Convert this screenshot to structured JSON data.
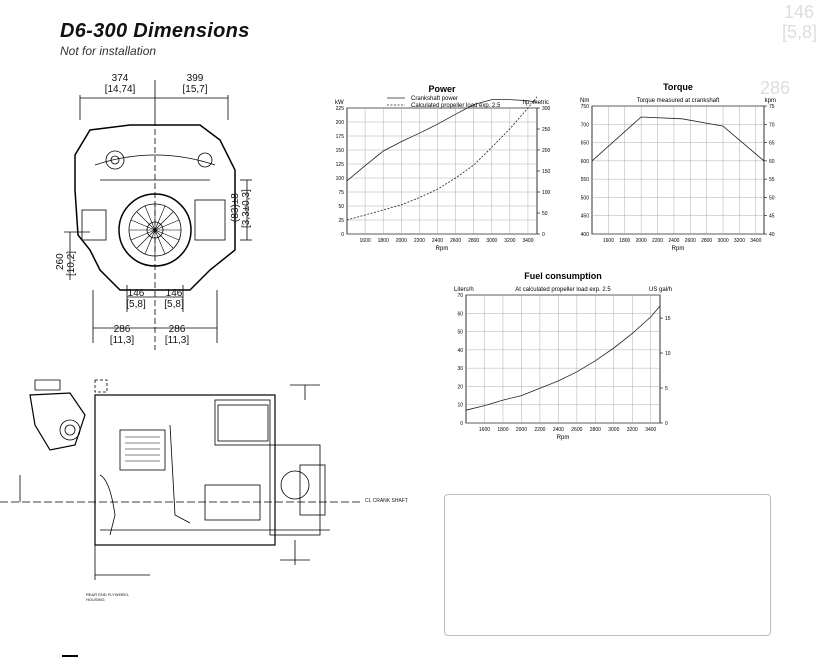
{
  "header": {
    "title": "D6-300 Dimensions",
    "subtitle": "Not for installation"
  },
  "ghost_text": {
    "top_right_1": "146",
    "top_right_2": "[5,8]",
    "mid_right": "286"
  },
  "front_view": {
    "dim_top_left": "374",
    "dim_top_left_in": "[14,74]",
    "dim_top_right": "399",
    "dim_top_right_in": "[15,7]",
    "dim_height": "260",
    "dim_height_in": "[10,2]",
    "dim_crank": "(83)±8",
    "dim_crank_in": "[3,3±0,3]",
    "dim_inner_left": "146",
    "dim_inner_left_in": "[5,8]",
    "dim_inner_right": "146",
    "dim_inner_right_in": "[5,8]",
    "dim_outer_left": "286",
    "dim_outer_left_in": "[11,3]",
    "dim_outer_right": "286",
    "dim_outer_right_in": "[11,3]"
  },
  "side_view": {
    "crank_label": "CL CRANK SHAFT",
    "rear_label_1": "REAR END FLYWHEEL",
    "rear_label_2": "HOUSING"
  },
  "chart_data": [
    {
      "type": "line",
      "title": "Power",
      "series": [
        {
          "name": "Crankshaft power",
          "x": [
            1400,
            1600,
            1800,
            2000,
            2200,
            2400,
            2600,
            2800,
            3000,
            3200,
            3400,
            3500
          ],
          "y": [
            95,
            122,
            148,
            165,
            180,
            196,
            214,
            231,
            240,
            240,
            238,
            235
          ]
        },
        {
          "name": "Calculated propeller load exp. 2.5",
          "x": [
            1400,
            1600,
            1800,
            2000,
            2200,
            2400,
            2600,
            2800,
            3000,
            3200,
            3400,
            3500
          ],
          "y": [
            25,
            34,
            43,
            52,
            65,
            80,
            100,
            123,
            155,
            188,
            225,
            245
          ]
        }
      ],
      "ylabel_left": "kW",
      "ylabel_right": "hp. metric",
      "xlabel": "Rpm",
      "x_ticks": [
        "1600",
        "1800",
        "2000",
        "2200",
        "2400",
        "2600",
        "2800",
        "3000",
        "3200",
        "3400"
      ],
      "y_ticks_left": [
        "0",
        "25",
        "50",
        "75",
        "100",
        "125",
        "150",
        "175",
        "200",
        "225"
      ],
      "y_ticks_right": [
        "0",
        "50",
        "100",
        "150",
        "200",
        "250",
        "300"
      ],
      "xlim": [
        1400,
        3500
      ],
      "ylim": [
        0,
        225
      ]
    },
    {
      "type": "line",
      "title": "Torque",
      "subtitle": "Torque measured at crankshaft",
      "series": [
        {
          "name": "Torque measured at crankshaft",
          "x": [
            1400,
            2000,
            2500,
            3000,
            3500
          ],
          "y": [
            600,
            720,
            715,
            695,
            600
          ]
        }
      ],
      "ylabel_left": "Nm",
      "ylabel_right": "kpm",
      "xlabel": "Rpm",
      "x_ticks": [
        "1600",
        "1800",
        "2000",
        "2200",
        "2400",
        "2600",
        "2800",
        "3000",
        "3200",
        "3400"
      ],
      "y_ticks_left": [
        "400",
        "450",
        "500",
        "550",
        "600",
        "650",
        "700",
        "750"
      ],
      "y_ticks_right": [
        "40",
        "45",
        "50",
        "55",
        "60",
        "65",
        "70",
        "75"
      ],
      "xlim": [
        1400,
        3500
      ],
      "ylim": [
        400,
        750
      ]
    },
    {
      "type": "line",
      "title": "Fuel consumption",
      "subtitle": "At calculated propeller load exp. 2.5",
      "series": [
        {
          "name": "At calculated propeller load exp. 2.5",
          "x": [
            1400,
            1600,
            1800,
            2000,
            2200,
            2400,
            2600,
            2800,
            3000,
            3200,
            3400,
            3500
          ],
          "y": [
            7,
            9.5,
            12.5,
            15,
            19,
            23,
            28,
            34,
            41,
            49,
            58,
            64
          ]
        }
      ],
      "ylabel_left": "Liters/h",
      "ylabel_right": "US gal/h",
      "xlabel": "Rpm",
      "x_ticks": [
        "1600",
        "1800",
        "2000",
        "2200",
        "2400",
        "2600",
        "2800",
        "3000",
        "3200",
        "3400"
      ],
      "y_ticks_left": [
        "0",
        "10",
        "20",
        "30",
        "40",
        "50",
        "60",
        "70"
      ],
      "y_ticks_right": [
        "0",
        "5",
        "10",
        "15"
      ],
      "xlim": [
        1400,
        3500
      ],
      "ylim": [
        0,
        70
      ]
    }
  ]
}
